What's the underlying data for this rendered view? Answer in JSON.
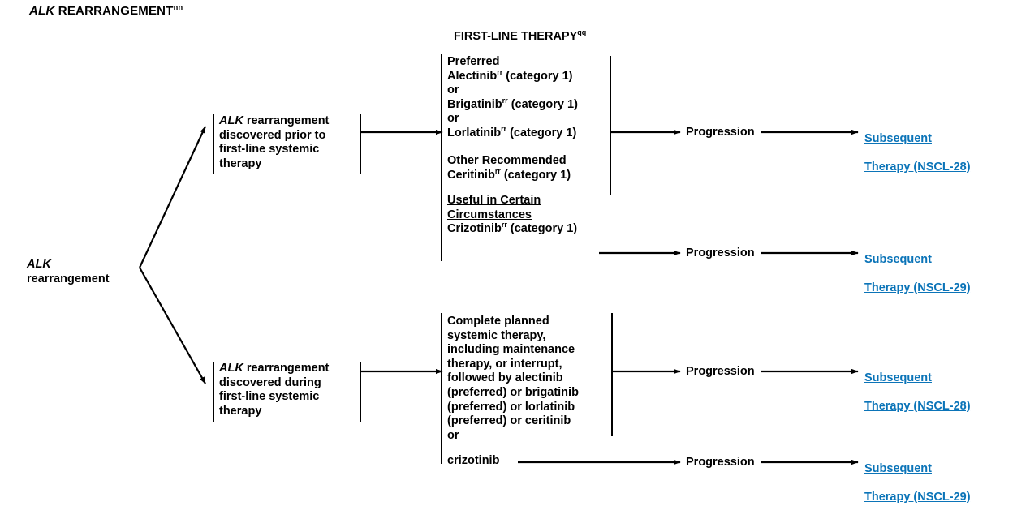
{
  "page": {
    "title_gene": "ALK",
    "title_rest": " REARRANGEMENT",
    "title_sup": "nn"
  },
  "columns": {
    "first_line_header": "FIRST-LINE THERAPY",
    "first_line_header_sup": "qq"
  },
  "root": {
    "gene": "ALK",
    "label": "rearrangement"
  },
  "branches": [
    {
      "gene": "ALK",
      "label": " rearrangement\ndiscovered prior to\nfirst-line systemic\ntherapy"
    },
    {
      "gene": "ALK",
      "label": " rearrangement\ndiscovered during\nfirst-line systemic\ntherapy"
    }
  ],
  "therapy": {
    "preferred_heading": "Preferred",
    "preferred_items": [
      {
        "drug": "Alectinib",
        "sup": "rr",
        "note": " (category 1)"
      },
      {
        "drug": "or",
        "sup": "",
        "note": ""
      },
      {
        "drug": "Brigatinib",
        "sup": "rr",
        "note": " (category 1)"
      },
      {
        "drug": "or",
        "sup": "",
        "note": ""
      },
      {
        "drug": "Lorlatinib",
        "sup": "rr",
        "note": " (category 1)"
      }
    ],
    "other_heading": "Other Recommended",
    "other_items": [
      {
        "drug": "Ceritinib",
        "sup": "rr",
        "note": " (category 1)"
      }
    ],
    "useful_heading_line1": "Useful in Certain ",
    "useful_heading_line2": "Circumstances",
    "useful_items": [
      {
        "drug": "Crizotinib",
        "sup": "rr",
        "note": " (category 1)"
      }
    ],
    "lower_block": "Complete planned\nsystemic therapy,\nincluding maintenance\ntherapy, or interrupt,\nfollowed by alectinib\n(preferred) or brigatinib\n(preferred) or lorlatinib\n(preferred) or ceritinib\nor",
    "lower_block_last": "crizotinib"
  },
  "progression": {
    "label": "Progression"
  },
  "links": [
    {
      "line1": "Subsequent",
      "line2": "Therapy (NSCL-28)"
    },
    {
      "line1": "Subsequent",
      "line2": "Therapy (NSCL-29)"
    },
    {
      "line1": "Subsequent",
      "line2": "Therapy (NSCL-28)"
    },
    {
      "line1": "Subsequent",
      "line2": "Therapy (NSCL-29)"
    }
  ],
  "colors": {
    "link": "#0b74b8",
    "ink": "#000000",
    "background": "#ffffff"
  }
}
